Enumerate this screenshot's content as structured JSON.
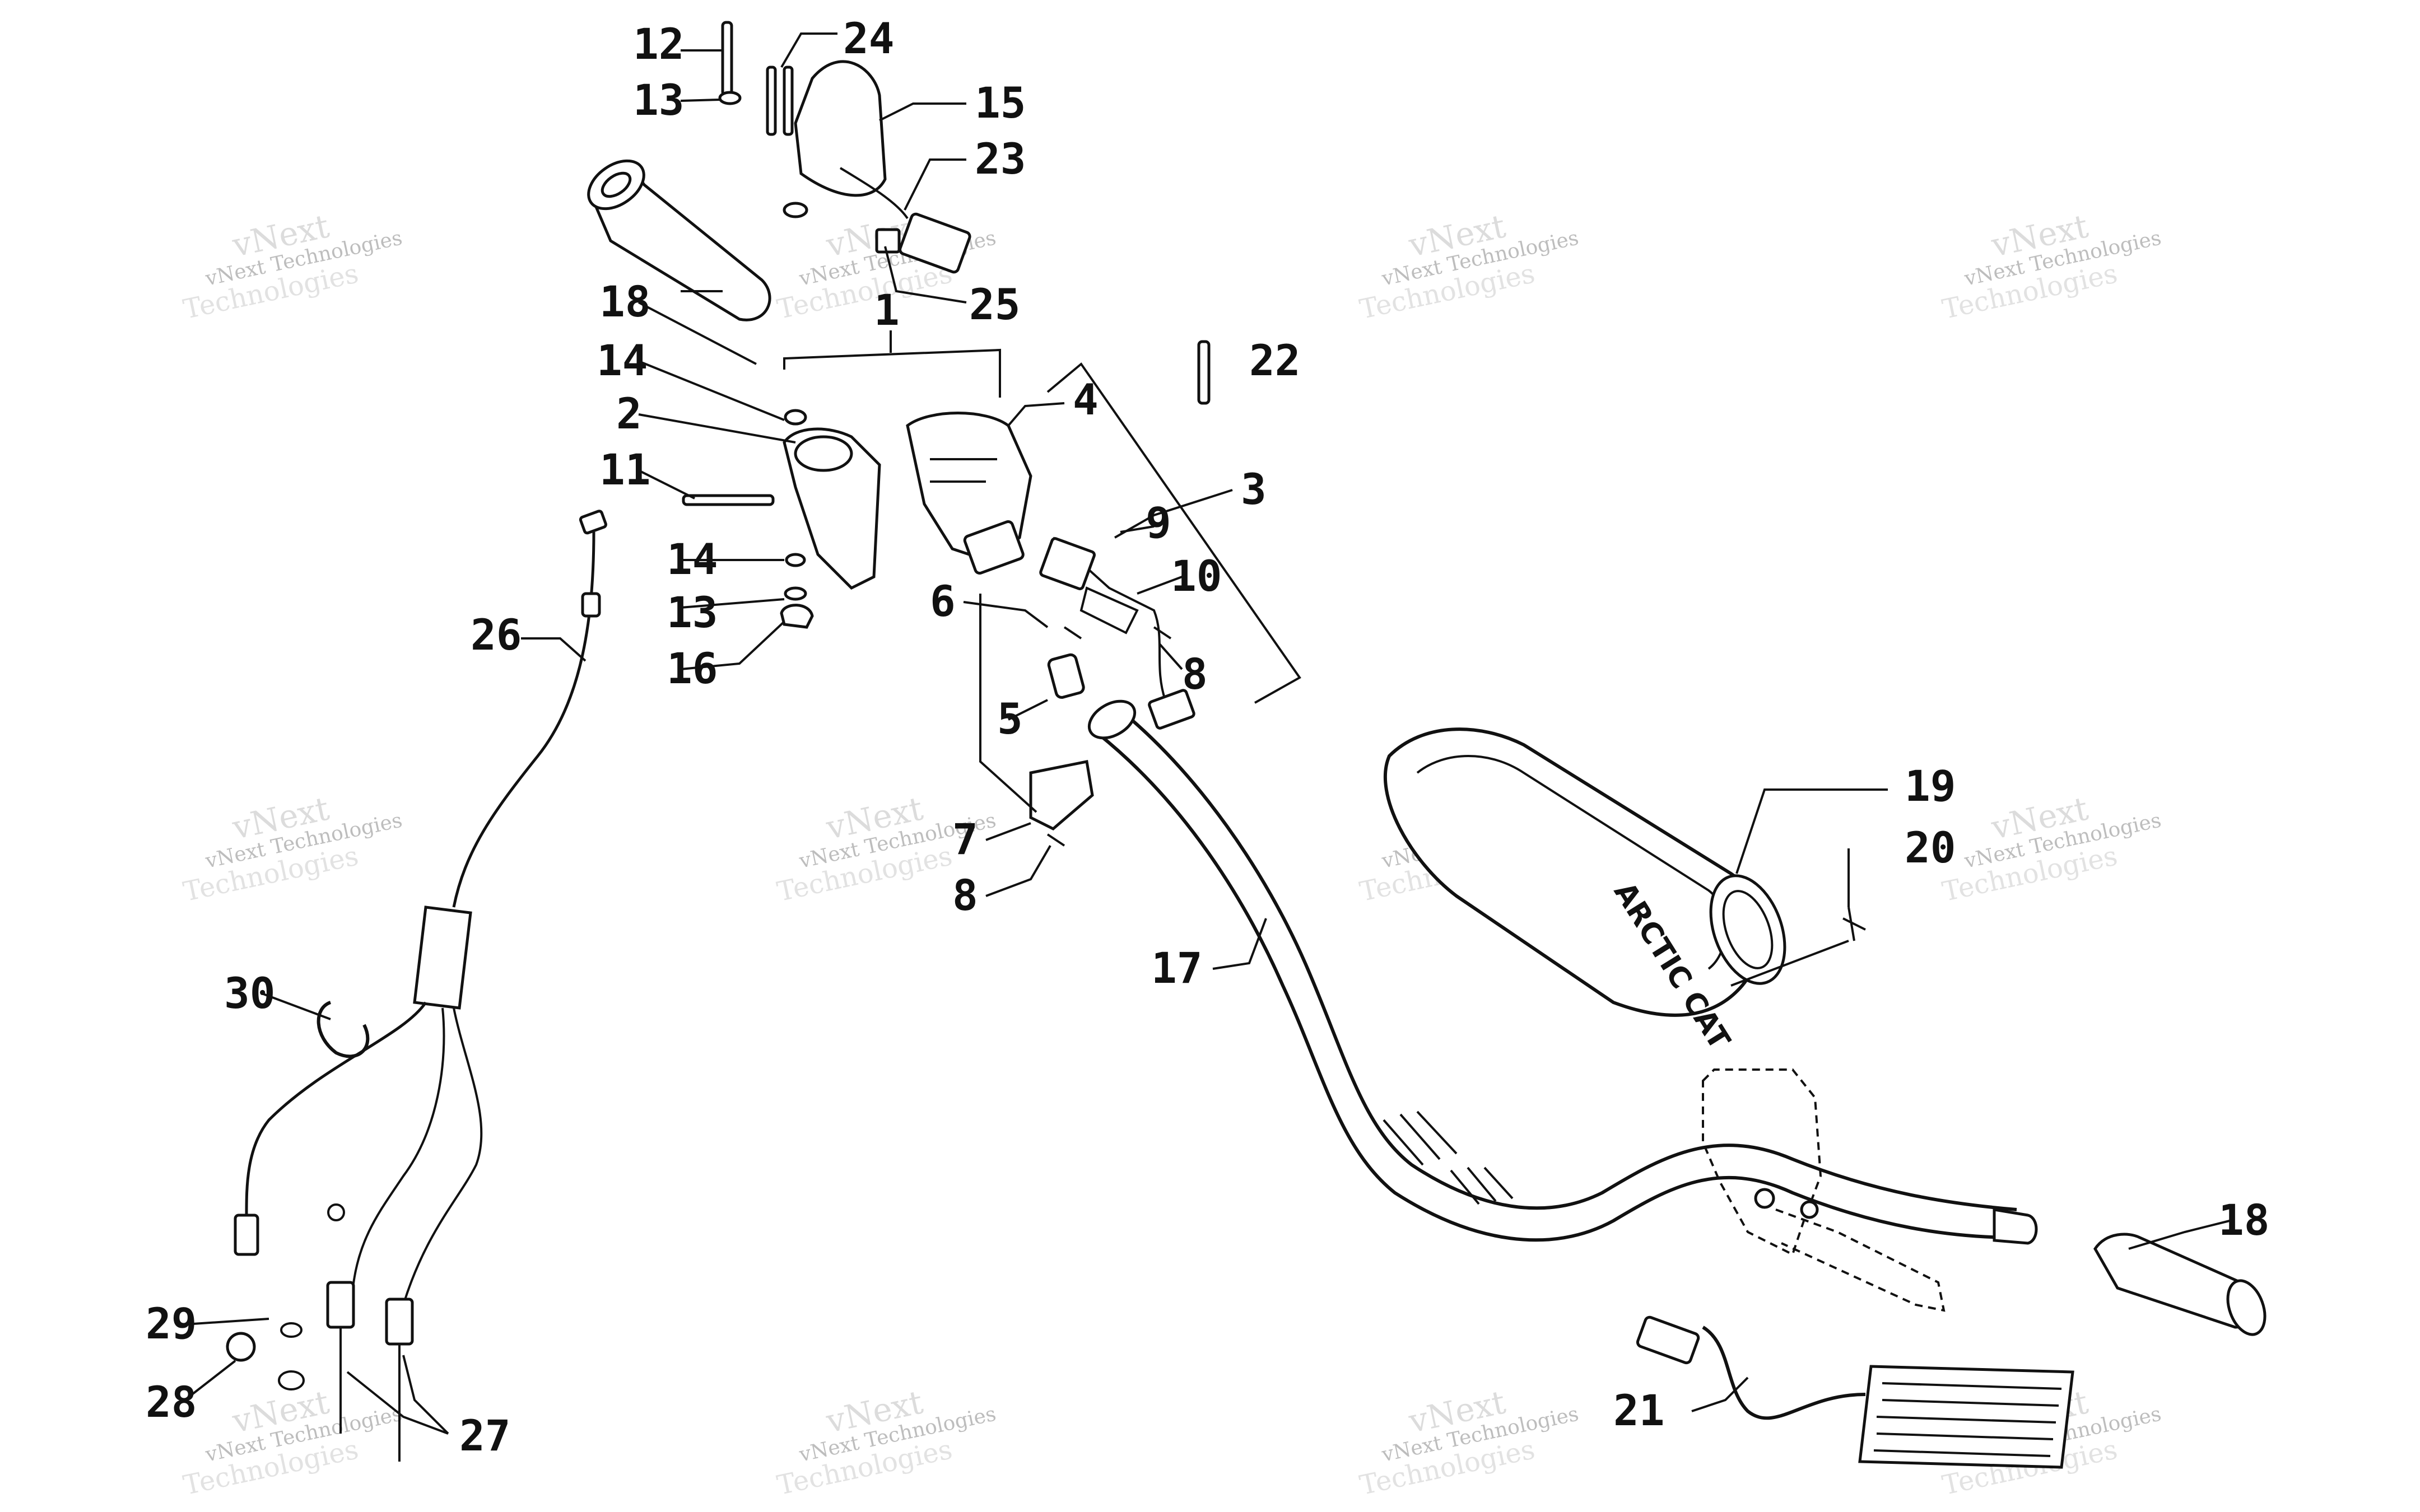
{
  "callouts": [
    {
      "id": "c12",
      "text": "12"
    },
    {
      "id": "c24",
      "text": "24"
    },
    {
      "id": "c13a",
      "text": "13"
    },
    {
      "id": "c15",
      "text": "15"
    },
    {
      "id": "c23",
      "text": "23"
    },
    {
      "id": "c18a",
      "text": "18"
    },
    {
      "id": "c25",
      "text": "25"
    },
    {
      "id": "c1",
      "text": "1"
    },
    {
      "id": "c22",
      "text": "22"
    },
    {
      "id": "c14a",
      "text": "14"
    },
    {
      "id": "c4",
      "text": "4"
    },
    {
      "id": "c2",
      "text": "2"
    },
    {
      "id": "c3",
      "text": "3"
    },
    {
      "id": "c11",
      "text": "11"
    },
    {
      "id": "c9",
      "text": "9"
    },
    {
      "id": "c14b",
      "text": "14"
    },
    {
      "id": "c10",
      "text": "10"
    },
    {
      "id": "c13b",
      "text": "13"
    },
    {
      "id": "c6",
      "text": "6"
    },
    {
      "id": "c26",
      "text": "26"
    },
    {
      "id": "c16",
      "text": "16"
    },
    {
      "id": "c8a",
      "text": "8"
    },
    {
      "id": "c5",
      "text": "5"
    },
    {
      "id": "c19",
      "text": "19"
    },
    {
      "id": "c20",
      "text": "20"
    },
    {
      "id": "c7",
      "text": "7"
    },
    {
      "id": "c8b",
      "text": "8"
    },
    {
      "id": "c17",
      "text": "17"
    },
    {
      "id": "c30",
      "text": "30"
    },
    {
      "id": "c18b",
      "text": "18"
    },
    {
      "id": "c29",
      "text": "29"
    },
    {
      "id": "c28",
      "text": "28"
    },
    {
      "id": "c21",
      "text": "21"
    },
    {
      "id": "c27",
      "text": "27"
    }
  ],
  "watermark": {
    "line1": "vNext Technologies",
    "line2": "vNext",
    "line3": "Technologies"
  },
  "brand_on_pad": "ARCTIC CAT"
}
